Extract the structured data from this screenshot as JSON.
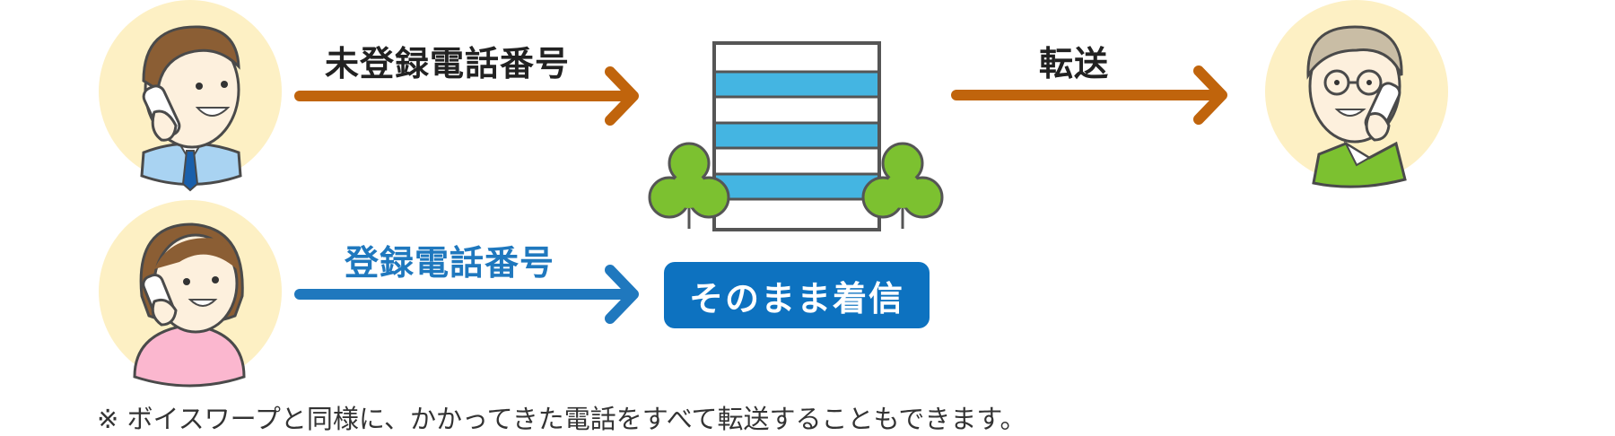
{
  "labels": {
    "unregistered_number": "未登録電話番号",
    "forward": "転送",
    "registered_number": "登録電話番号",
    "direct_receive": "そのまま着信"
  },
  "footnote": "※ ボイスワープと同様に、かかってきた電話をすべて転送することもできます。",
  "colors": {
    "forward_arrow": "#c0640c",
    "registered_arrow": "#1f78be",
    "badge_bg": "#0d72c0",
    "building_stripe": "#44b5e2",
    "tree": "#7cc130",
    "avatar_bg": "#fdf0c4"
  },
  "icons": {
    "caller_unregistered": "man-with-phone-icon",
    "caller_registered": "woman-with-phone-icon",
    "building": "office-building-icon",
    "receiver": "elderly-man-with-phone-icon"
  }
}
